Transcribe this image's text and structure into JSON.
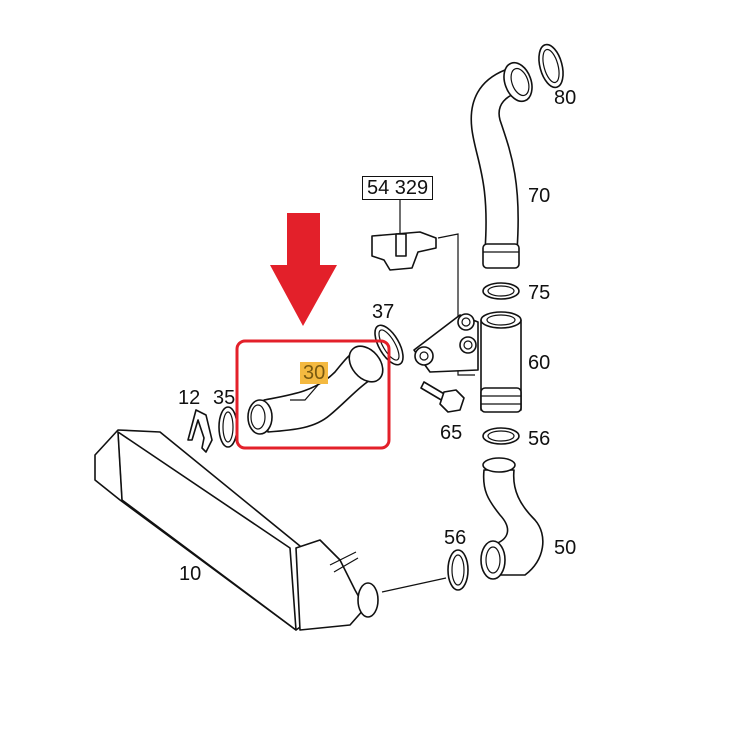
{
  "labels": {
    "p80": "80",
    "p70": "70",
    "p54329": "54 329",
    "p75": "75",
    "p37": "37",
    "p30": "30",
    "p60": "60",
    "p12": "12",
    "p35": "35",
    "p65": "65",
    "p56a": "56",
    "p56b": "56",
    "p50": "50",
    "p10": "10"
  },
  "colors": {
    "highlight": "#e3202a",
    "label_highlight": "#f4b940"
  }
}
